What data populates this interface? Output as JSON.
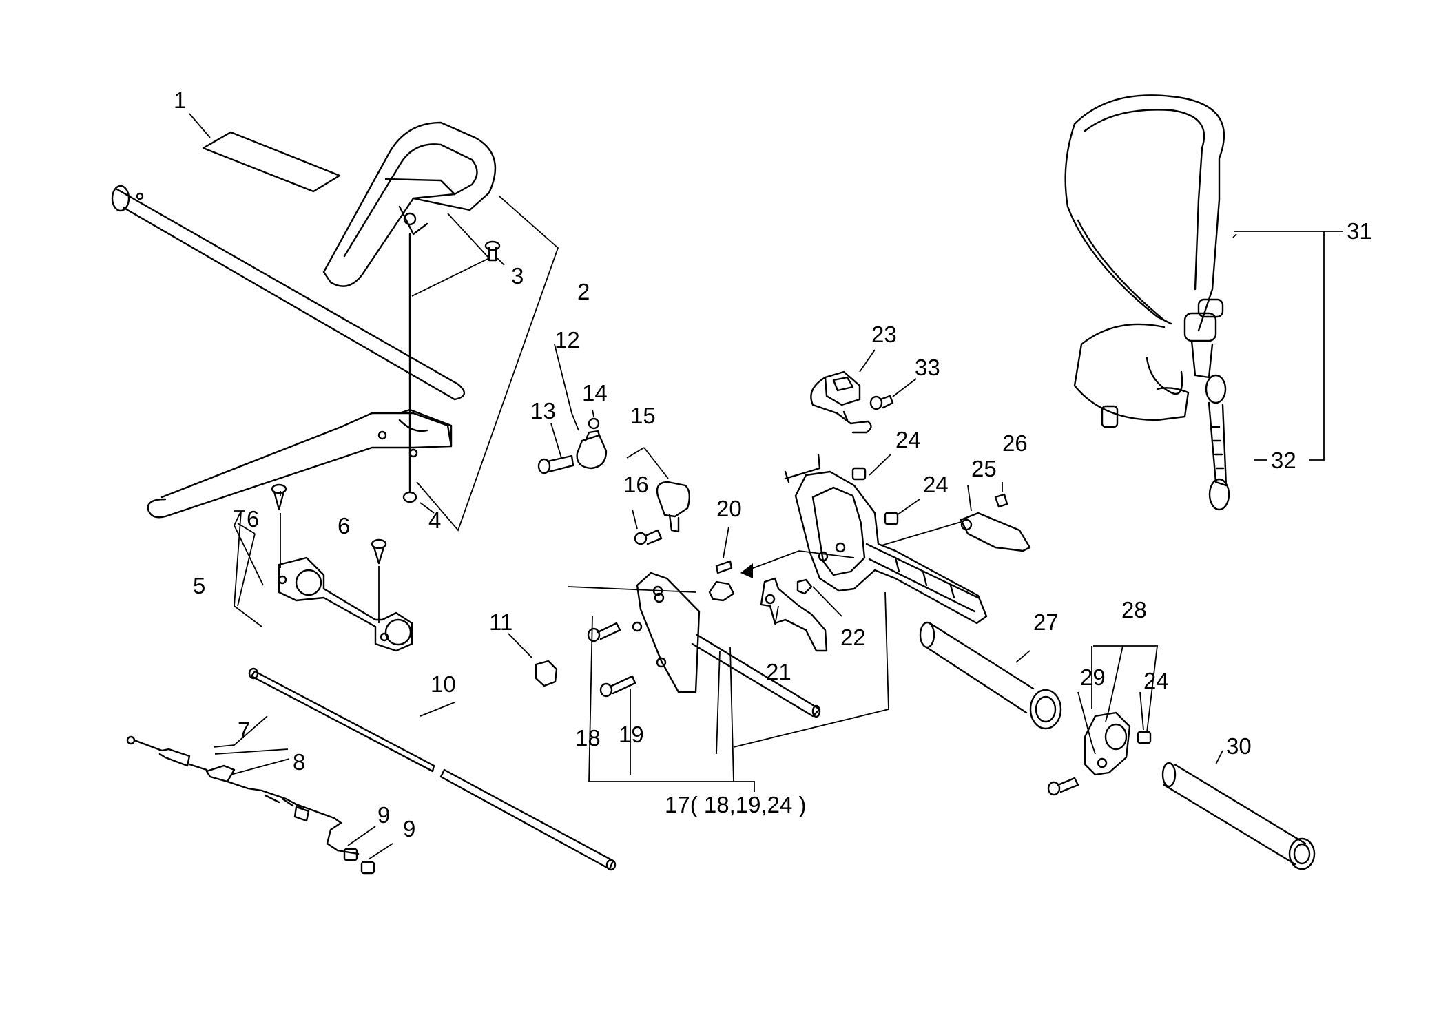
{
  "callouts": {
    "c1": "1",
    "c2": "2",
    "c3": "3",
    "c4": "4",
    "c5": "5",
    "c6a": "6",
    "c6b": "6",
    "c7": "7",
    "c8": "8",
    "c9a": "9",
    "c9b": "9",
    "c10": "10",
    "c11": "11",
    "c12": "12",
    "c13": "13",
    "c14": "14",
    "c15": "15",
    "c16": "16",
    "c17": "17( 18,19,24 )",
    "c18": "18",
    "c19": "19",
    "c20": "20",
    "c21": "21",
    "c22": "22",
    "c23": "23",
    "c24a": "24",
    "c24b": "24",
    "c24c": "24",
    "c25": "25",
    "c26": "26",
    "c27": "27",
    "c28": "28",
    "c29": "29",
    "c30": "30",
    "c31": "31",
    "c32": "32",
    "c33": "33"
  }
}
